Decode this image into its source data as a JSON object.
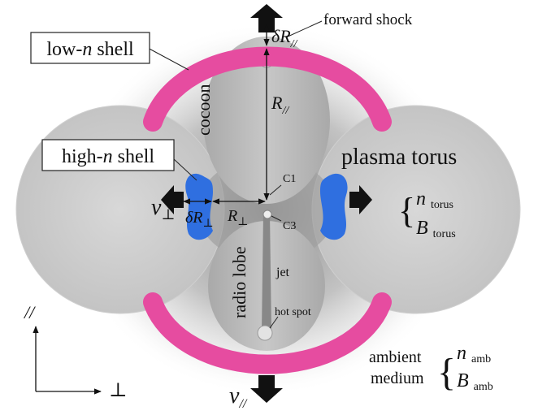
{
  "labels": {
    "forward_shock": "forward shock",
    "low_n_shell": "low-",
    "low_n_shell_n": "n",
    "low_n_shell_rest": " shell",
    "high_n_shell": "high-",
    "high_n_shell_n": "n",
    "high_n_shell_rest": " shell",
    "plasma_torus": "plasma torus",
    "cocoon": "cocoon",
    "radio_lobe": "radio lobe",
    "jet": "jet",
    "hot_spot": "hot spot",
    "c1": "C1",
    "c3": "C3",
    "ambient_line1": "ambient",
    "ambient_line2": "medium",
    "parallel_axis": "//",
    "perp_axis": "⊥"
  },
  "symbols": {
    "delta_r_par": "δR",
    "delta_r_par_sub": "//",
    "r_par": "R",
    "r_par_sub": "//",
    "delta_r_perp": "δR",
    "delta_r_perp_sub": "⊥",
    "r_perp": "R",
    "r_perp_sub": "⊥",
    "v_perp": "v",
    "v_perp_sub": "⊥",
    "v_par": "v",
    "v_par_sub": "//",
    "n_torus": "n",
    "n_torus_sub": "torus",
    "b_torus": "B",
    "b_torus_sub": "torus",
    "n_amb": "n",
    "n_amb_sub": "amb",
    "b_amb": "B",
    "b_amb_sub": "amb"
  },
  "colors": {
    "low_n_shell": "#e64ca0",
    "high_n_shell": "#2f6fe0",
    "torus_fill": "#d4d4d4",
    "halo": "#8a8a8a",
    "arrow": "#111111"
  }
}
